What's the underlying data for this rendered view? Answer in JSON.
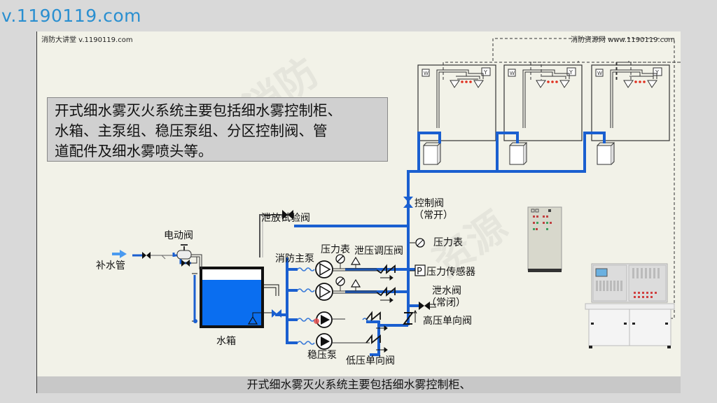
{
  "site_url": "v.1190119.com",
  "slide": {
    "header_left": "消防大讲堂 v.1190119.com",
    "header_right": "消防资源网 www.1190119.com",
    "intro_lines": [
      "开式细水雾灭火系统主要包括细水雾控制柜、",
      "水箱、主泵组、稳压泵组、分区控制阀、管",
      "道配件及细水雾喷头等。"
    ],
    "caption": "开式细水雾灭火系统主要包括细水雾控制柜、",
    "watermark": [
      "消防",
      "资源"
    ]
  },
  "diagram": {
    "labels": {
      "makeup_pipe": "补水管",
      "motor_valve": "电动阀",
      "drain_test_valve": "泄放试验阀",
      "main_pump": "消防主泵",
      "pressure_gauge_pump": "压力表",
      "relief_valve": "泄压调压阀",
      "control_valve": "控制阀",
      "control_valve_state": "（常开）",
      "pressure_gauge": "压力表",
      "pressure_sensor": "压力传感器",
      "drain_valve": "泄水阀",
      "drain_valve_state": "（常闭）",
      "hp_check_valve": "高压单向阀",
      "water_tank": "水箱",
      "jockey_pump": "稳压泵",
      "lp_check_valve": "低压单向阀",
      "sensor_symbol": "P"
    },
    "zones": [
      {
        "w_label": "W",
        "y_label": "Y"
      },
      {
        "w_label": "W",
        "y_label": "Y"
      },
      {
        "w_label": "W",
        "y_label": "Y"
      }
    ],
    "colors": {
      "pipe": "#1a5fd0",
      "water": "#0a6ef0",
      "nozzle_dot": "#e03020",
      "text_url": "#2a8fd0"
    },
    "tank_fill_level": 0.75
  }
}
